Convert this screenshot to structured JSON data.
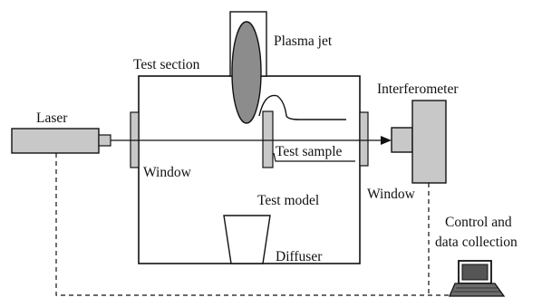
{
  "labels": {
    "laser": "Laser",
    "test_section": "Test section",
    "plasma_jet": "Plasma jet",
    "interferometer": "Interferometer",
    "window_left": "Window",
    "window_right": "Window",
    "test_sample": "Test sample",
    "test_model": "Test model",
    "diffuser": "Diffuser",
    "control_line1": "Control and",
    "control_line2": "data collection"
  },
  "colors": {
    "stroke": "#111111",
    "component_fill": "#c8c8c8",
    "plasma_fill": "#8c8c8c",
    "background": "#ffffff"
  }
}
